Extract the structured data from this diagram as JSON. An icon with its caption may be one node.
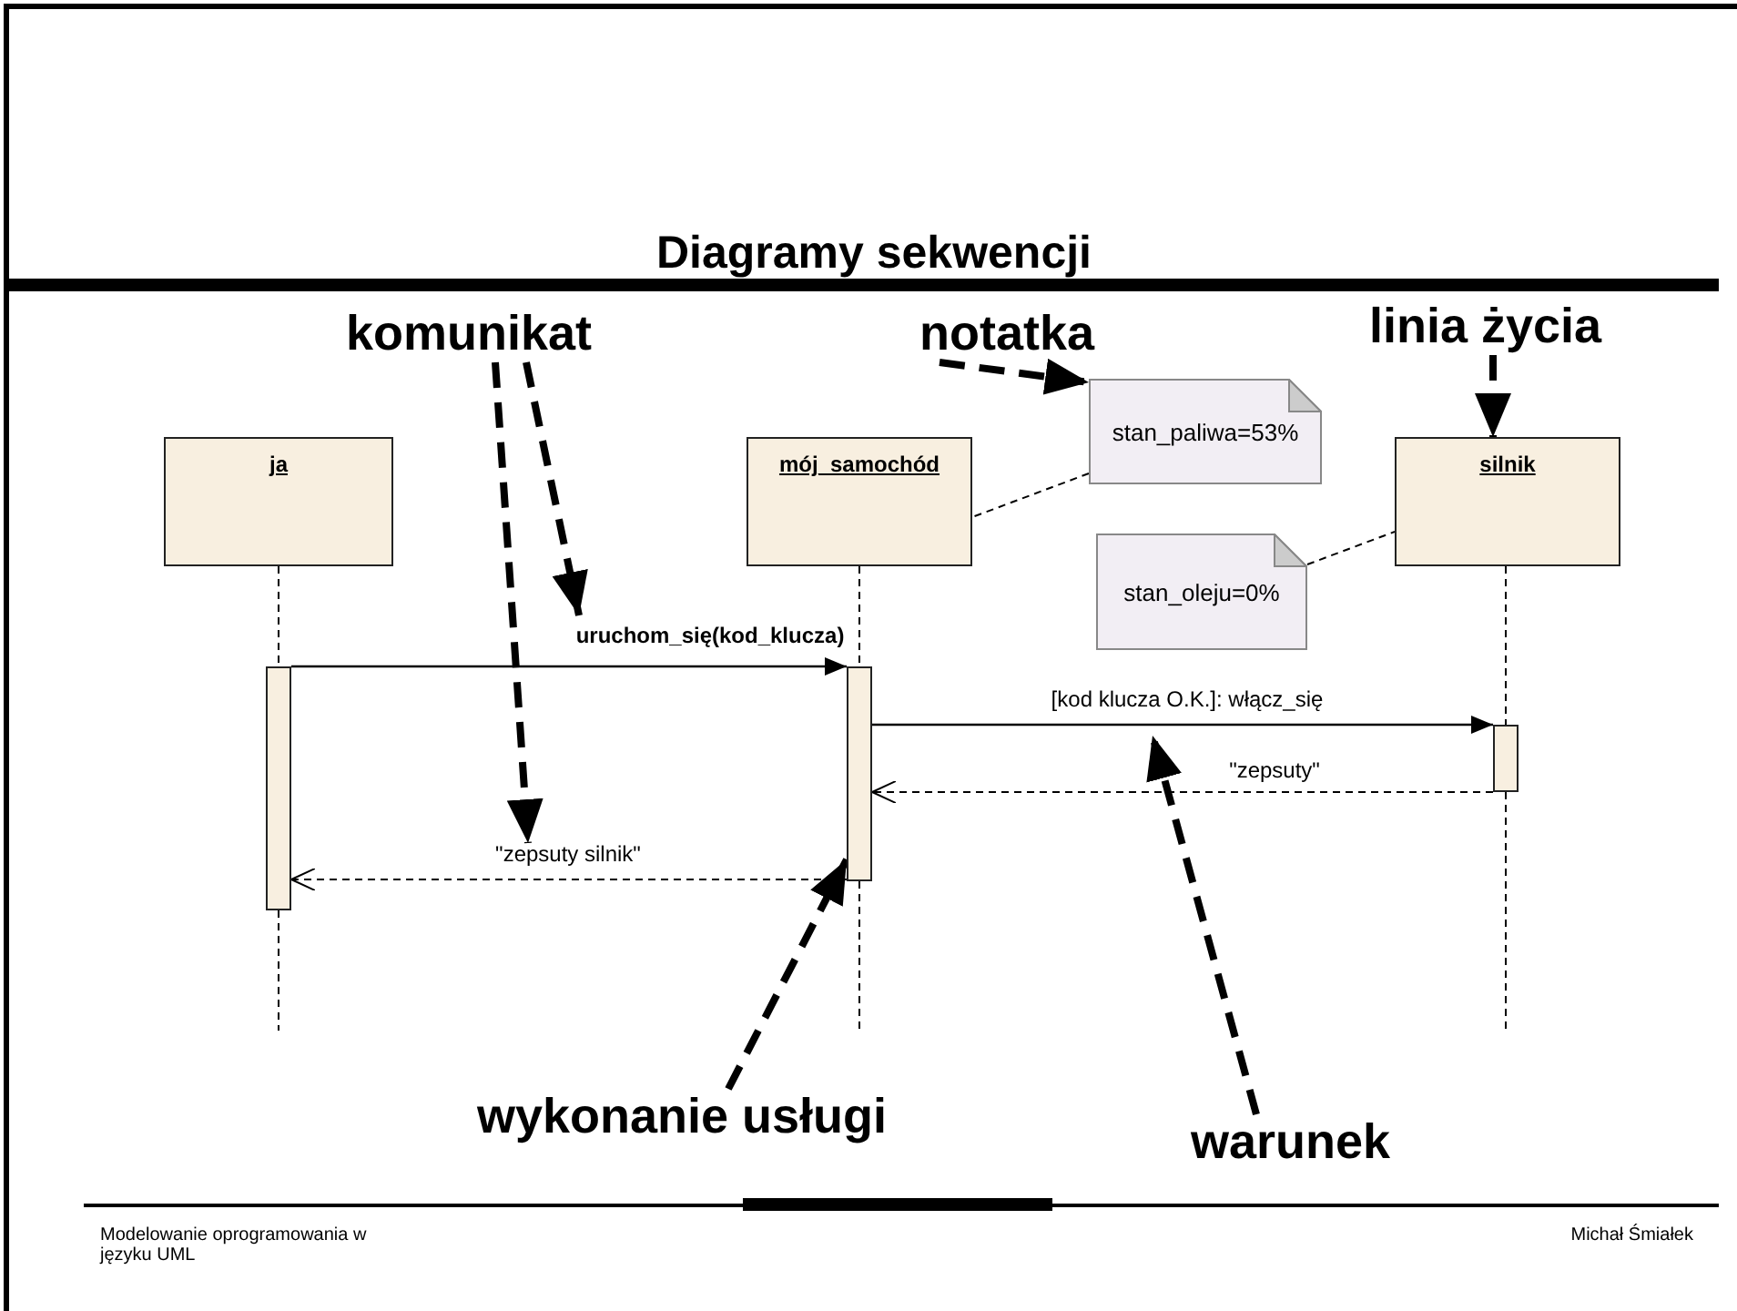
{
  "diagram": {
    "title": "Diagramy sekwencji",
    "nodes": [
      {
        "text": [
          "ja"
        ]
      },
      {
        "text": [
          "mój_samochód"
        ]
      },
      {
        "text": [
          "silnik"
        ]
      },
      {
        "text": [
          "stan_paliwa=53%"
        ]
      },
      {
        "text": [
          "stan_oleju=0%"
        ]
      },
      {
        "text": [],
        "shape": "bar"
      },
      {
        "text": [],
        "shape": "bar"
      },
      {
        "text": [],
        "shape": "bar"
      },
      {
        "text": [
          "komunikat"
        ]
      },
      {
        "text": [
          "notatka"
        ]
      },
      {
        "text": [
          "linia życia"
        ]
      },
      {
        "text": [
          "wykonanie usługi"
        ]
      },
      {
        "text": [
          "warunek"
        ]
      }
    ],
    "edges": [
      {
        "from": 0,
        "to": 5,
        "arrow": "none",
        "style": "dashed"
      },
      {
        "from": 1,
        "to": 6,
        "arrow": "none",
        "style": "dashed"
      },
      {
        "from": 2,
        "to": 7,
        "arrow": "none",
        "style": "dashed"
      },
      {
        "from": 5,
        "to": 6,
        "arrow": "to",
        "label": "uruchom_się(kod_klucza)"
      },
      {
        "from": 6,
        "to": 7,
        "arrow": "to",
        "label": "[kod klucza O.K.]: włącz_się"
      },
      {
        "from": 7,
        "to": 6,
        "arrow": "to",
        "label": "\"zepsuty\"",
        "style": "dashed"
      },
      {
        "from": 6,
        "to": 5,
        "arrow": "to",
        "label": "\"zepsuty silnik\"",
        "style": "dashed"
      },
      {
        "from": 3,
        "to": 1,
        "arrow": "none",
        "style": "dashed"
      },
      {
        "from": 4,
        "to": 2,
        "arrow": "none",
        "style": "dashed"
      },
      {
        "from": 8,
        "to": null,
        "arrow": "to",
        "style": "dashed"
      },
      {
        "from": 8,
        "to": null,
        "arrow": "to",
        "style": "dashed"
      },
      {
        "from": 9,
        "to": 3,
        "arrow": "to",
        "style": "dashed"
      },
      {
        "from": 10,
        "to": 2,
        "arrow": "to",
        "style": "dashed"
      },
      {
        "from": 11,
        "to": 6,
        "arrow": "to",
        "style": "dashed"
      },
      {
        "from": 12,
        "to": null,
        "arrow": "to",
        "style": "dashed"
      }
    ],
    "labels": [
      "Modelowanie oprogramowania w języku UML",
      "Michał Śmiałek"
    ]
  }
}
